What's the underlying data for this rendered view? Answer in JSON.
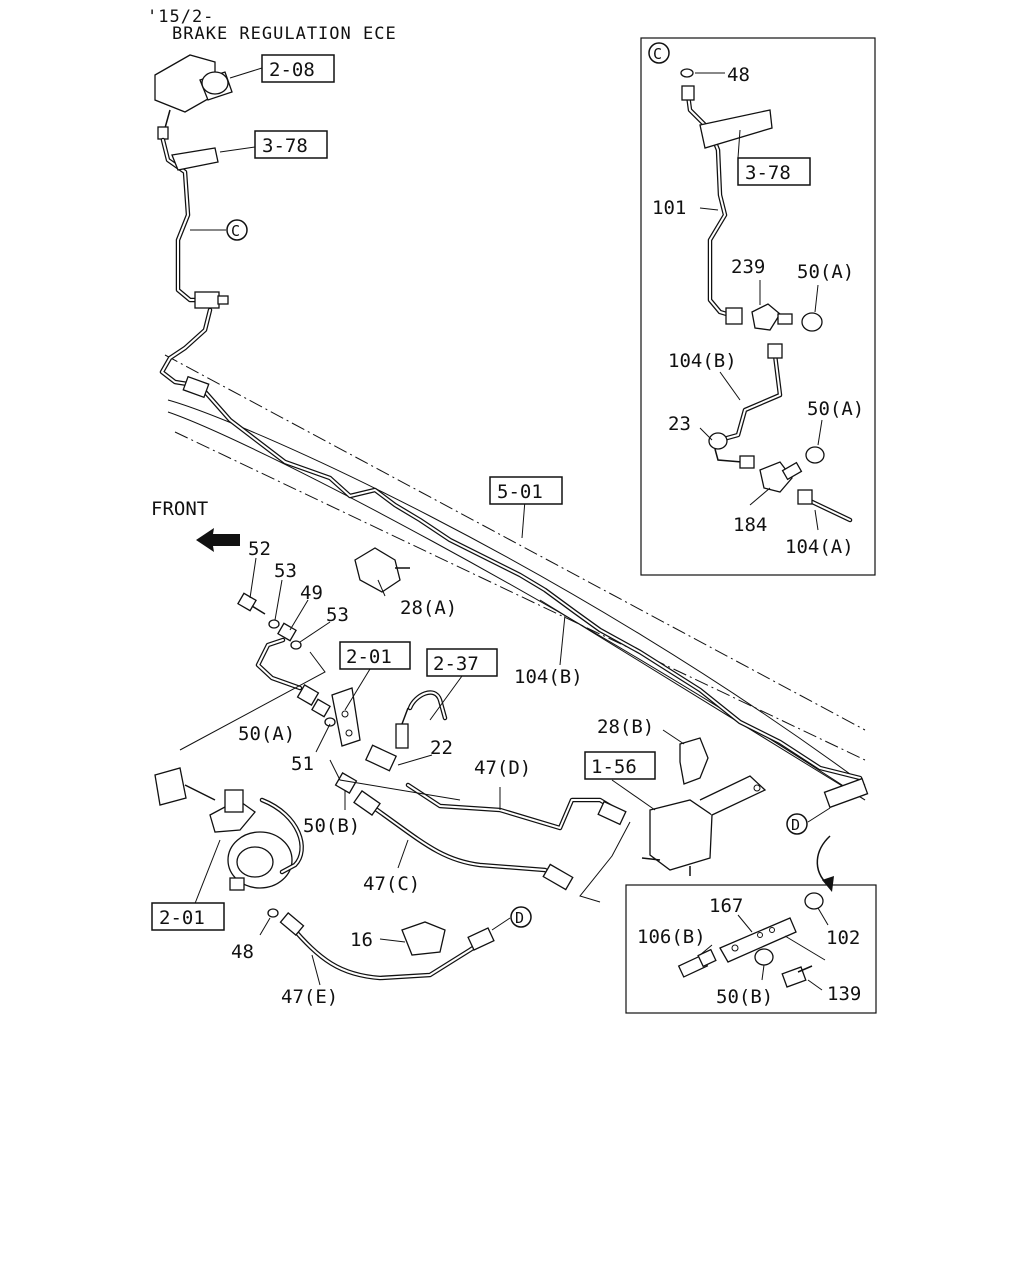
{
  "header": {
    "line1": "'15/2-",
    "line2": "BRAKE REGULATION ECE"
  },
  "front_label": "FRONT",
  "refs": {
    "r208": "2-08",
    "r378_main": "3-78",
    "r501": "5-01",
    "r201_top": "2-01",
    "r237": "2-37",
    "r156": "1-56",
    "r201_bottom": "2-01",
    "r378_detail": "3-78"
  },
  "circles": {
    "c_main": "C",
    "c_detail": "C",
    "d_main": "D",
    "d_connector": "D"
  },
  "labels": {
    "p52": "52",
    "p53a": "53",
    "p49": "49",
    "p53b": "53",
    "p28a": "28(A)",
    "p104b_main": "104(B)",
    "p28b": "28(B)",
    "p50a_main": "50(A)",
    "p51": "51",
    "p22": "22",
    "p47d": "47(D)",
    "p50b_main": "50(B)",
    "p47c": "47(C)",
    "p48_main": "48",
    "p16": "16",
    "p47e": "47(E)",
    "c48": "48",
    "c101": "101",
    "c239": "239",
    "c50a_1": "50(A)",
    "c104b": "104(B)",
    "c23": "23",
    "c50a_2": "50(A)",
    "c184": "184",
    "c104a": "104(A)",
    "d167": "167",
    "d102": "102",
    "d106b": "106(B)",
    "d50b": "50(B)",
    "d139": "139"
  }
}
